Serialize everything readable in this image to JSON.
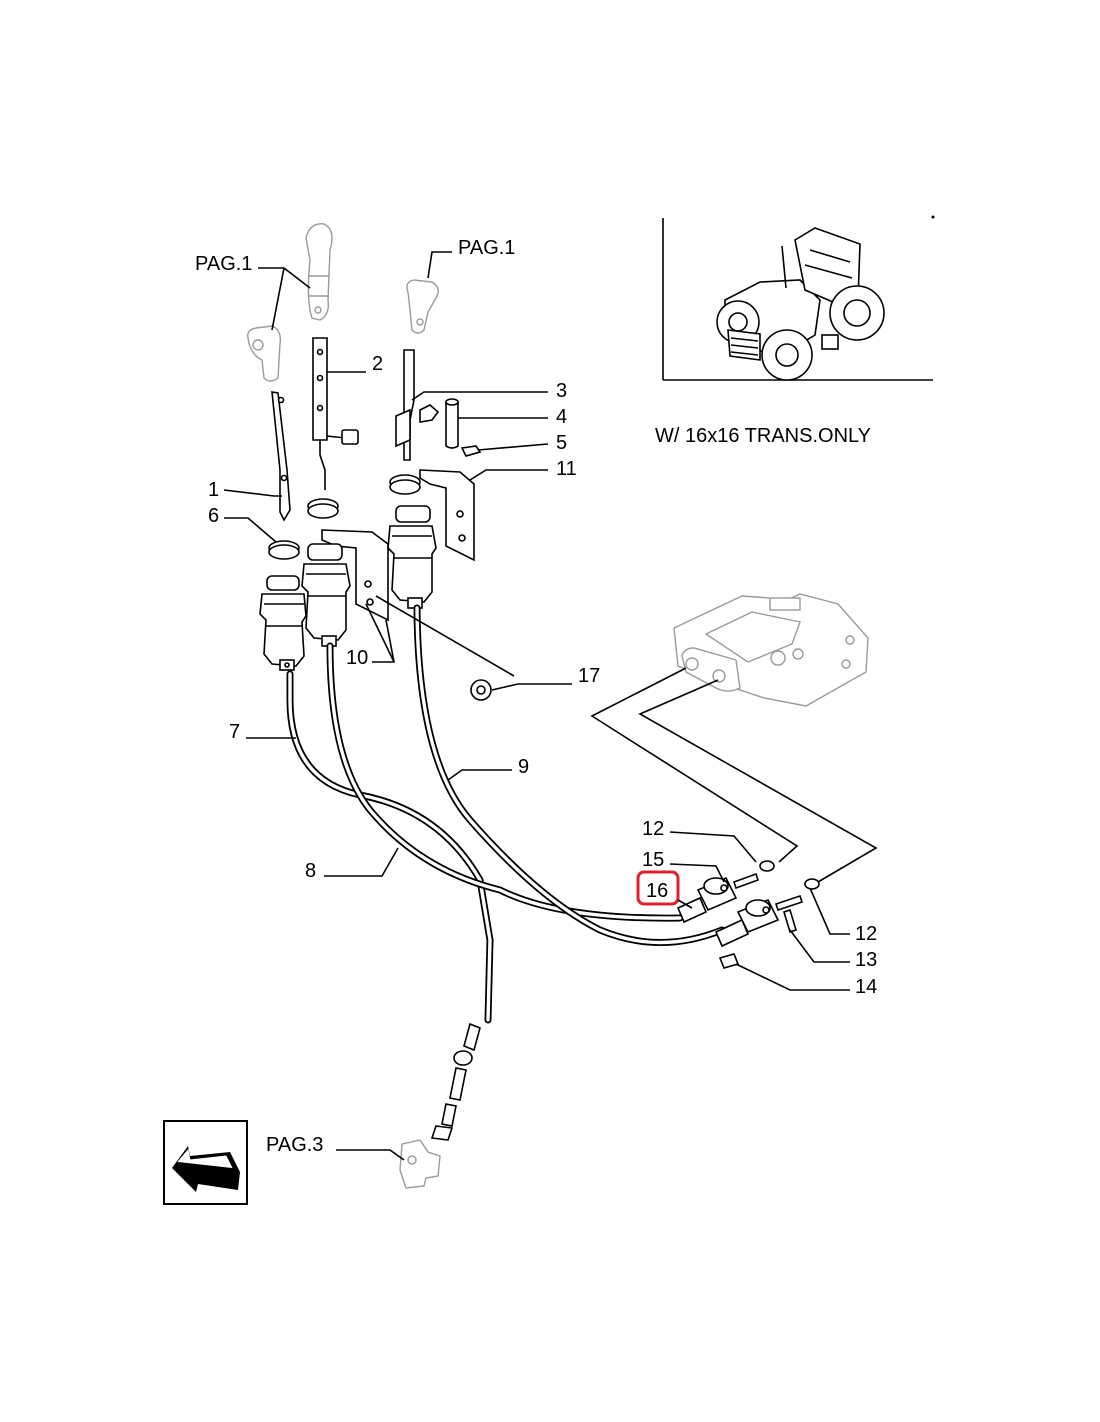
{
  "page_refs": {
    "top_left": "PAG.1",
    "top_center": "PAG.1",
    "bottom_left": "PAG.3"
  },
  "inset_caption": "W/ 16x16 TRANS.ONLY",
  "callouts": {
    "c1": "1",
    "c2": "2",
    "c3": "3",
    "c4": "4",
    "c5": "5",
    "c6": "6",
    "c7": "7",
    "c8": "8",
    "c9": "9",
    "c10": "10",
    "c11": "11",
    "c12a": "12",
    "c12b": "12",
    "c13": "13",
    "c14": "14",
    "c15": "15",
    "c16": "16",
    "c17": "17"
  },
  "highlight": {
    "part": "16",
    "color": "#e0202a"
  },
  "icons": {
    "nav": "arrow-previous-page-icon",
    "inset": "tractor-icon"
  }
}
